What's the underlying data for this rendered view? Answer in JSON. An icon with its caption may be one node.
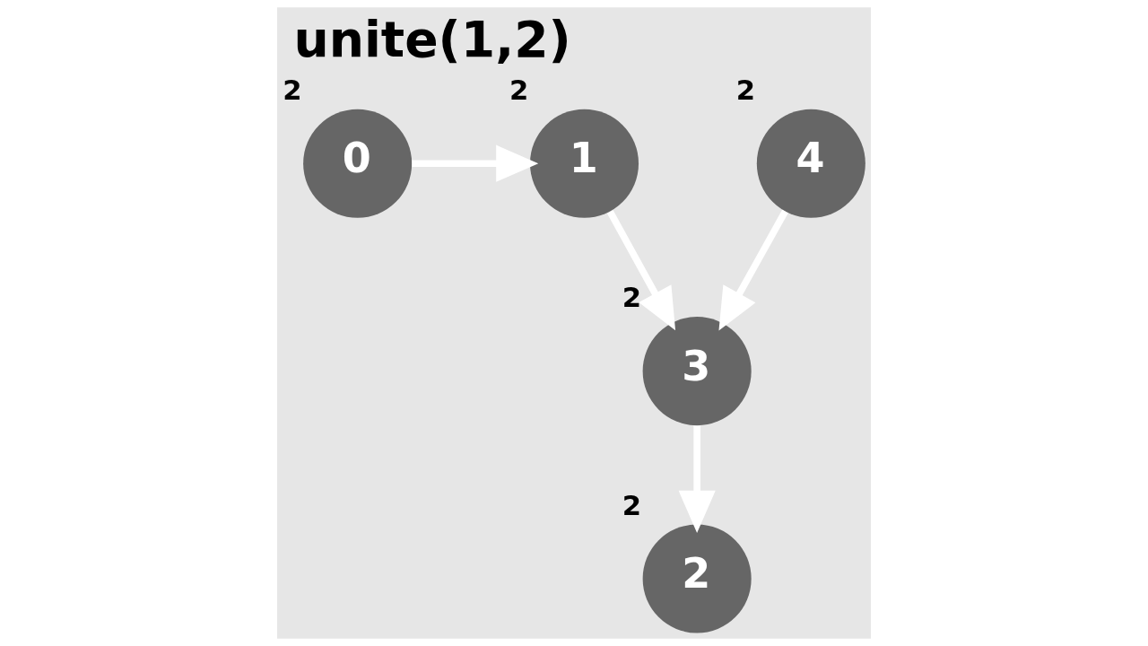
{
  "diagram": {
    "title": "unite(1,2)",
    "nodes": [
      {
        "text": [
          "0"
        ],
        "beside": [
          "2"
        ]
      },
      {
        "text": [
          "1"
        ],
        "beside": [
          "2"
        ]
      },
      {
        "text": [
          "4"
        ],
        "beside": [
          "2"
        ]
      },
      {
        "text": [
          "2"
        ],
        "beside": [
          "2"
        ]
      },
      {
        "text": [
          "3"
        ],
        "beside": [
          "2"
        ]
      }
    ],
    "edges": [
      {
        "from": 0,
        "to": 1,
        "arrow": "to"
      },
      {
        "from": 1,
        "to": 4,
        "arrow": "to"
      },
      {
        "from": 2,
        "to": 4,
        "arrow": "to"
      },
      {
        "from": 4,
        "to": 3,
        "arrow": "to"
      }
    ]
  }
}
